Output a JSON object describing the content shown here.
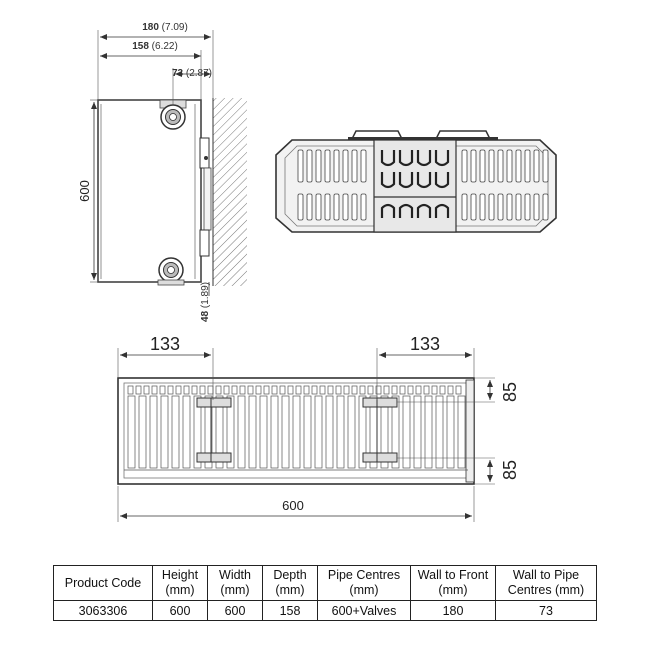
{
  "side_view": {
    "dim_overall": "180",
    "dim_overall_in": "(7.09)",
    "dim_depth": "158",
    "dim_depth_in": "(6.22)",
    "dim_pipe": "73",
    "dim_pipe_in": "(2.87)",
    "dim_height": "600",
    "dim_bottom": "48",
    "dim_bottom_in": "(1.89)"
  },
  "front_view": {
    "dim_left_offset": "133",
    "dim_right_offset": "133",
    "dim_top_bracket": "85",
    "dim_bottom_bracket": "85",
    "dim_width": "600"
  },
  "spec_table": {
    "headers": [
      "Product Code",
      "Height (mm)",
      "Width (mm)",
      "Depth (mm)",
      "Pipe Centres (mm)",
      "Wall to Front (mm)",
      "Wall to Pipe Centres (mm)"
    ],
    "rows": [
      [
        "3063306",
        "600",
        "600",
        "158",
        "600+Valves",
        "180",
        "73"
      ]
    ]
  }
}
